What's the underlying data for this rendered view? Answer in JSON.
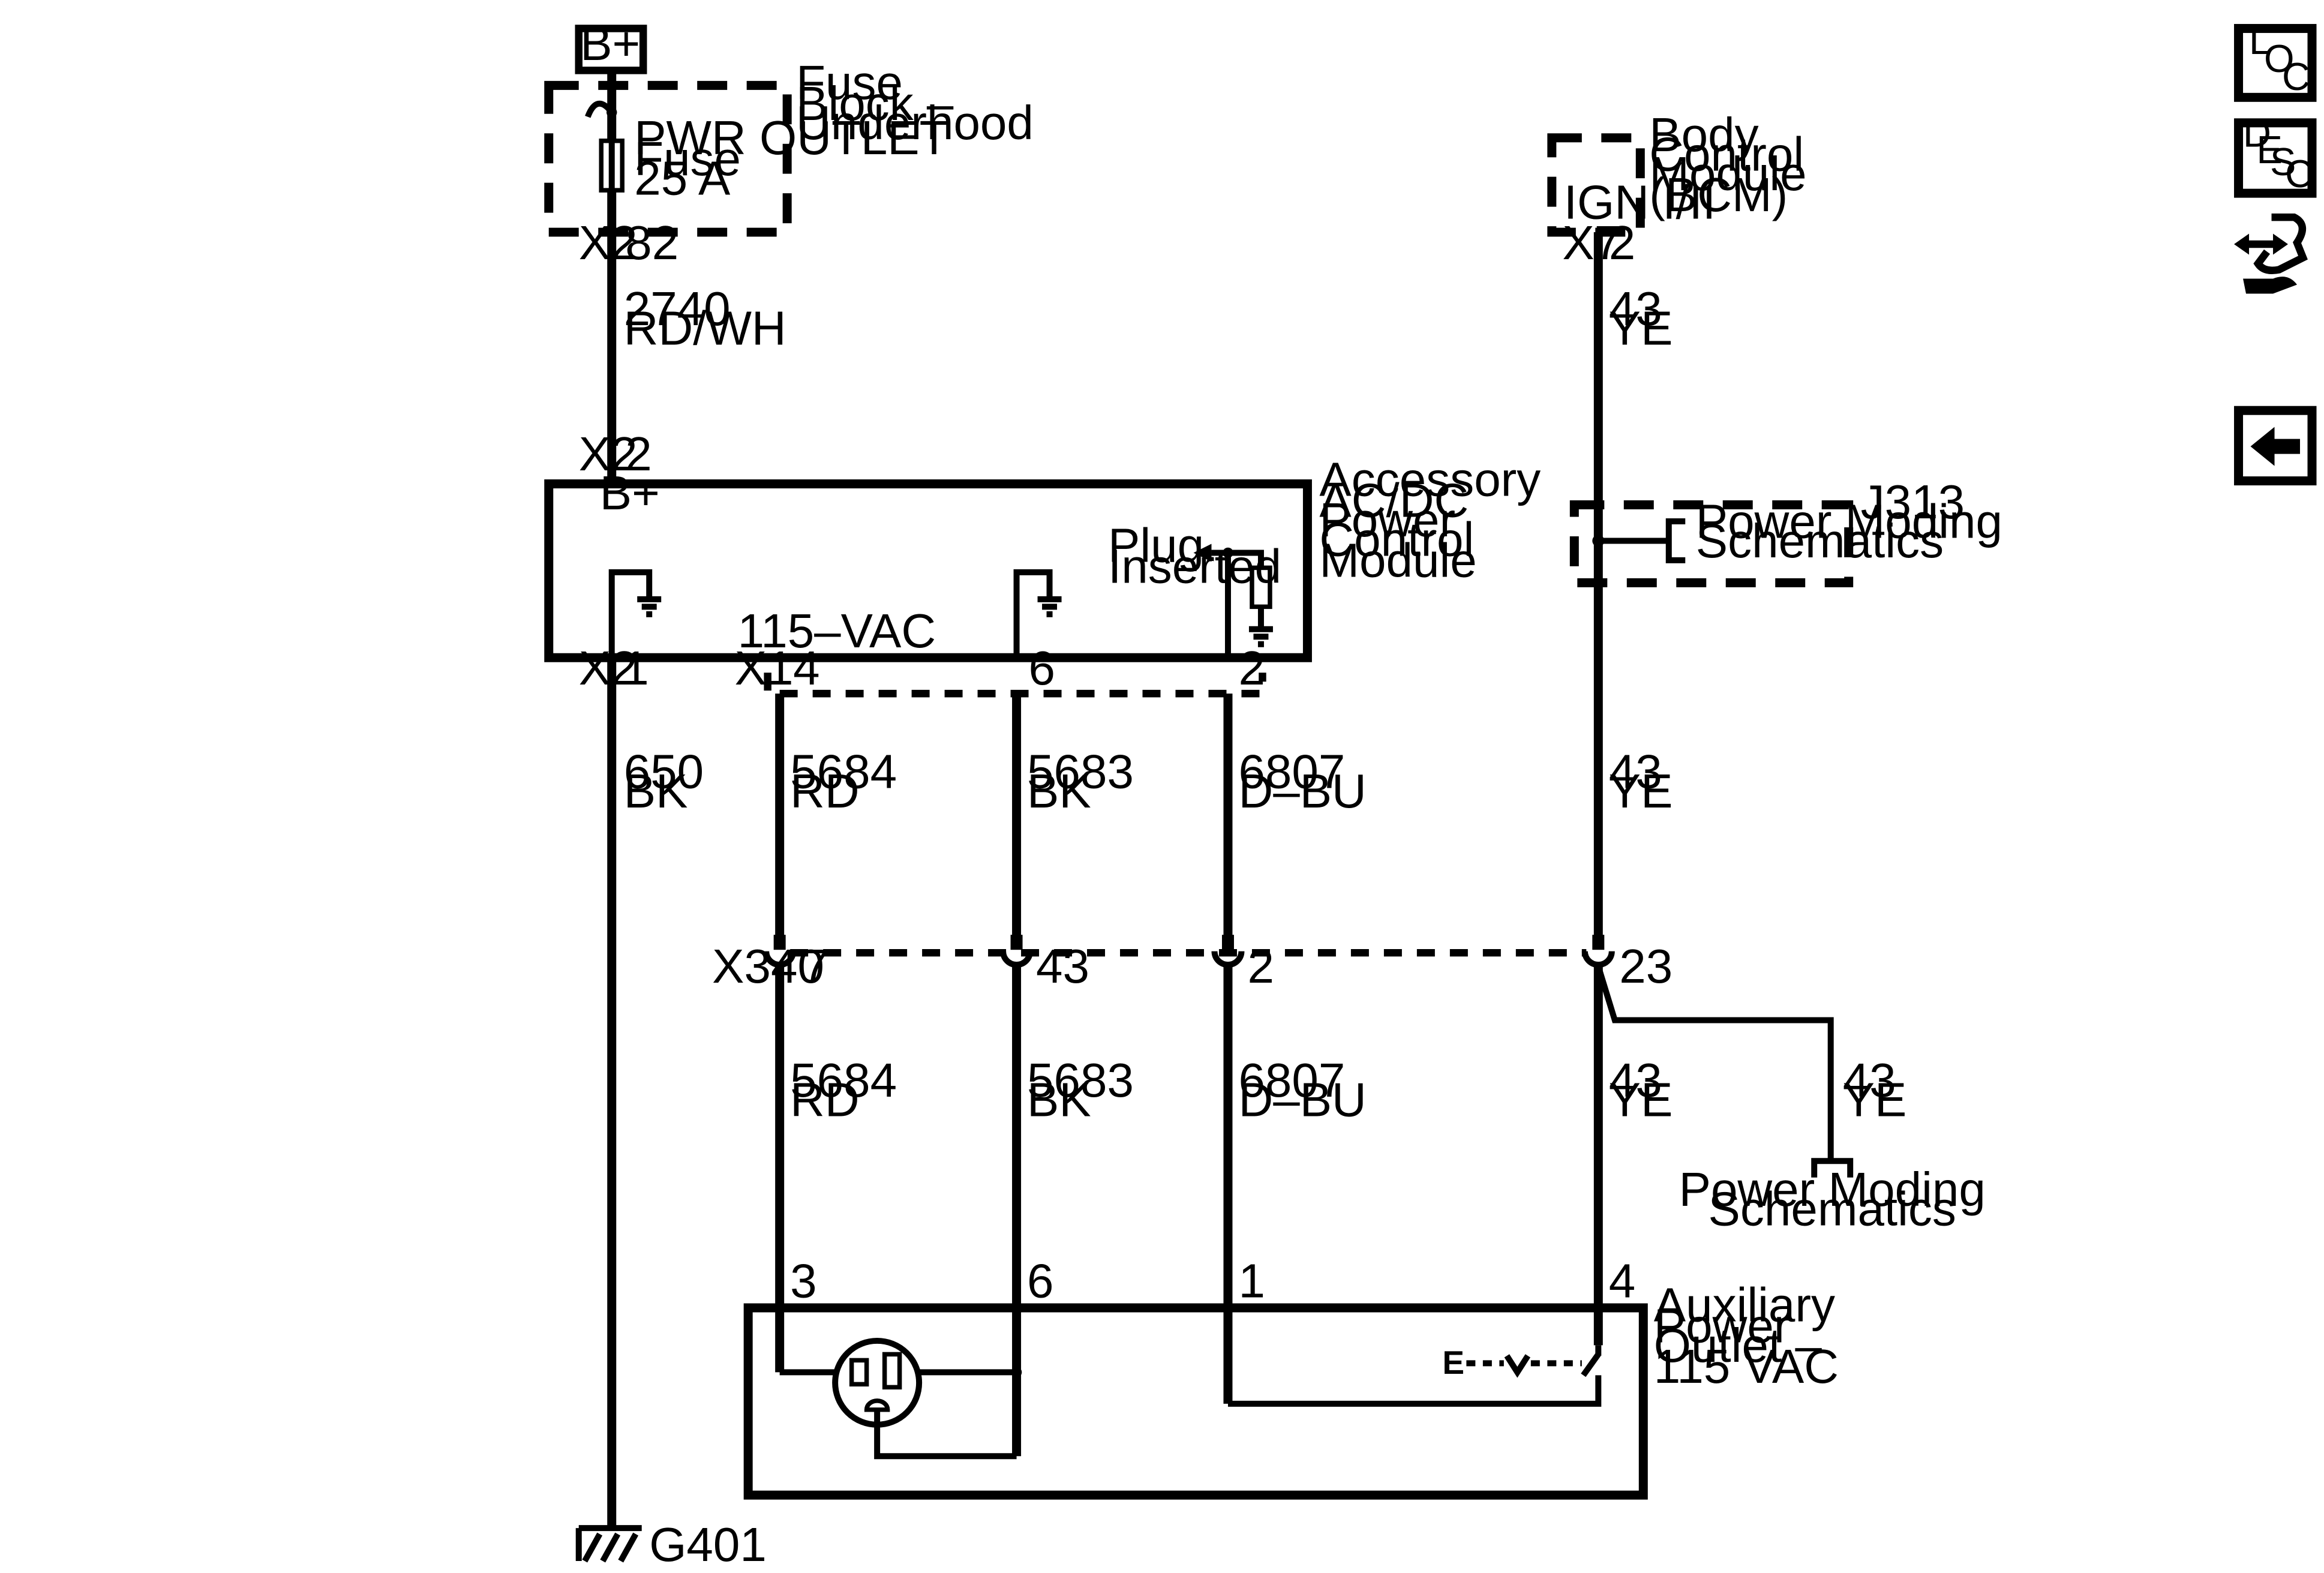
{
  "source": {
    "label": "B+"
  },
  "fuse_block": {
    "name_lines": [
      "Fuse",
      "Block –",
      "Underhood"
    ],
    "fuse_lines": [
      "PWR OUTLET",
      "Fuse",
      "25 A"
    ]
  },
  "bcm": {
    "name_lines": [
      "Body",
      "Control",
      "Module",
      "(BCM)"
    ],
    "pin_label": "IGN I/II"
  },
  "accessory_module": {
    "name_lines": [
      "Accessory",
      "AC/DC",
      "Power",
      "Control",
      "Module"
    ],
    "bplus_label": "B+",
    "vac_label": "115–VAC",
    "plug_lines": [
      "Plug",
      "Inserted"
    ]
  },
  "j313": {
    "label": "J313",
    "ref_lines": [
      "Power Moding",
      "Schematics"
    ]
  },
  "aux_outlet": {
    "name_lines": [
      "Auxiliary",
      "Power",
      "Outlet –",
      "115 VAC"
    ],
    "switch_letter": "E"
  },
  "power_moding_ref": {
    "lines": [
      "Power Moding",
      "Schematics"
    ]
  },
  "ground": {
    "label": "G401"
  },
  "connectors": {
    "fuse_out": {
      "conn": "X2",
      "pin": "82"
    },
    "bcm_out": {
      "conn": "X7",
      "pin": "2"
    },
    "mod_b_plus": {
      "conn": "X2",
      "pin": "2"
    },
    "mod_gnd": {
      "conn": "X2",
      "pin": "1"
    },
    "mod_x1": {
      "conn": "X1",
      "pins": [
        "4",
        "6",
        "2"
      ]
    },
    "x340": {
      "conn": "X340",
      "pins": [
        "7",
        "43",
        "2",
        "23"
      ]
    },
    "outlet_pins": [
      "3",
      "6",
      "1",
      "4"
    ]
  },
  "wires": {
    "w2740": {
      "circuit": "2740",
      "color": "RD/WH"
    },
    "w650": {
      "circuit": "650",
      "color": "BK"
    },
    "w5684_top": {
      "circuit": "5684",
      "color": "RD"
    },
    "w5683_top": {
      "circuit": "5683",
      "color": "BK"
    },
    "w6807_top": {
      "circuit": "6807",
      "color": "D–BU"
    },
    "w43_top": {
      "circuit": "43",
      "color": "YE"
    },
    "w43_mid": {
      "circuit": "43",
      "color": "YE"
    },
    "w5684_bot": {
      "circuit": "5684",
      "color": "RD"
    },
    "w5683_bot": {
      "circuit": "5683",
      "color": "BK"
    },
    "w6807_bot": {
      "circuit": "6807",
      "color": "D–BU"
    },
    "w43_bot": {
      "circuit": "43",
      "color": "YE"
    },
    "w43_branch": {
      "circuit": "43",
      "color": "YE"
    }
  },
  "nav_buttons": [
    {
      "name": "loc-button",
      "letters": [
        "L",
        "O",
        "C"
      ]
    },
    {
      "name": "desc-button",
      "letters": [
        "D",
        "E",
        "S",
        "C"
      ]
    },
    {
      "name": "connector-end-view-icon"
    },
    {
      "name": "back-arrow-icon"
    }
  ]
}
